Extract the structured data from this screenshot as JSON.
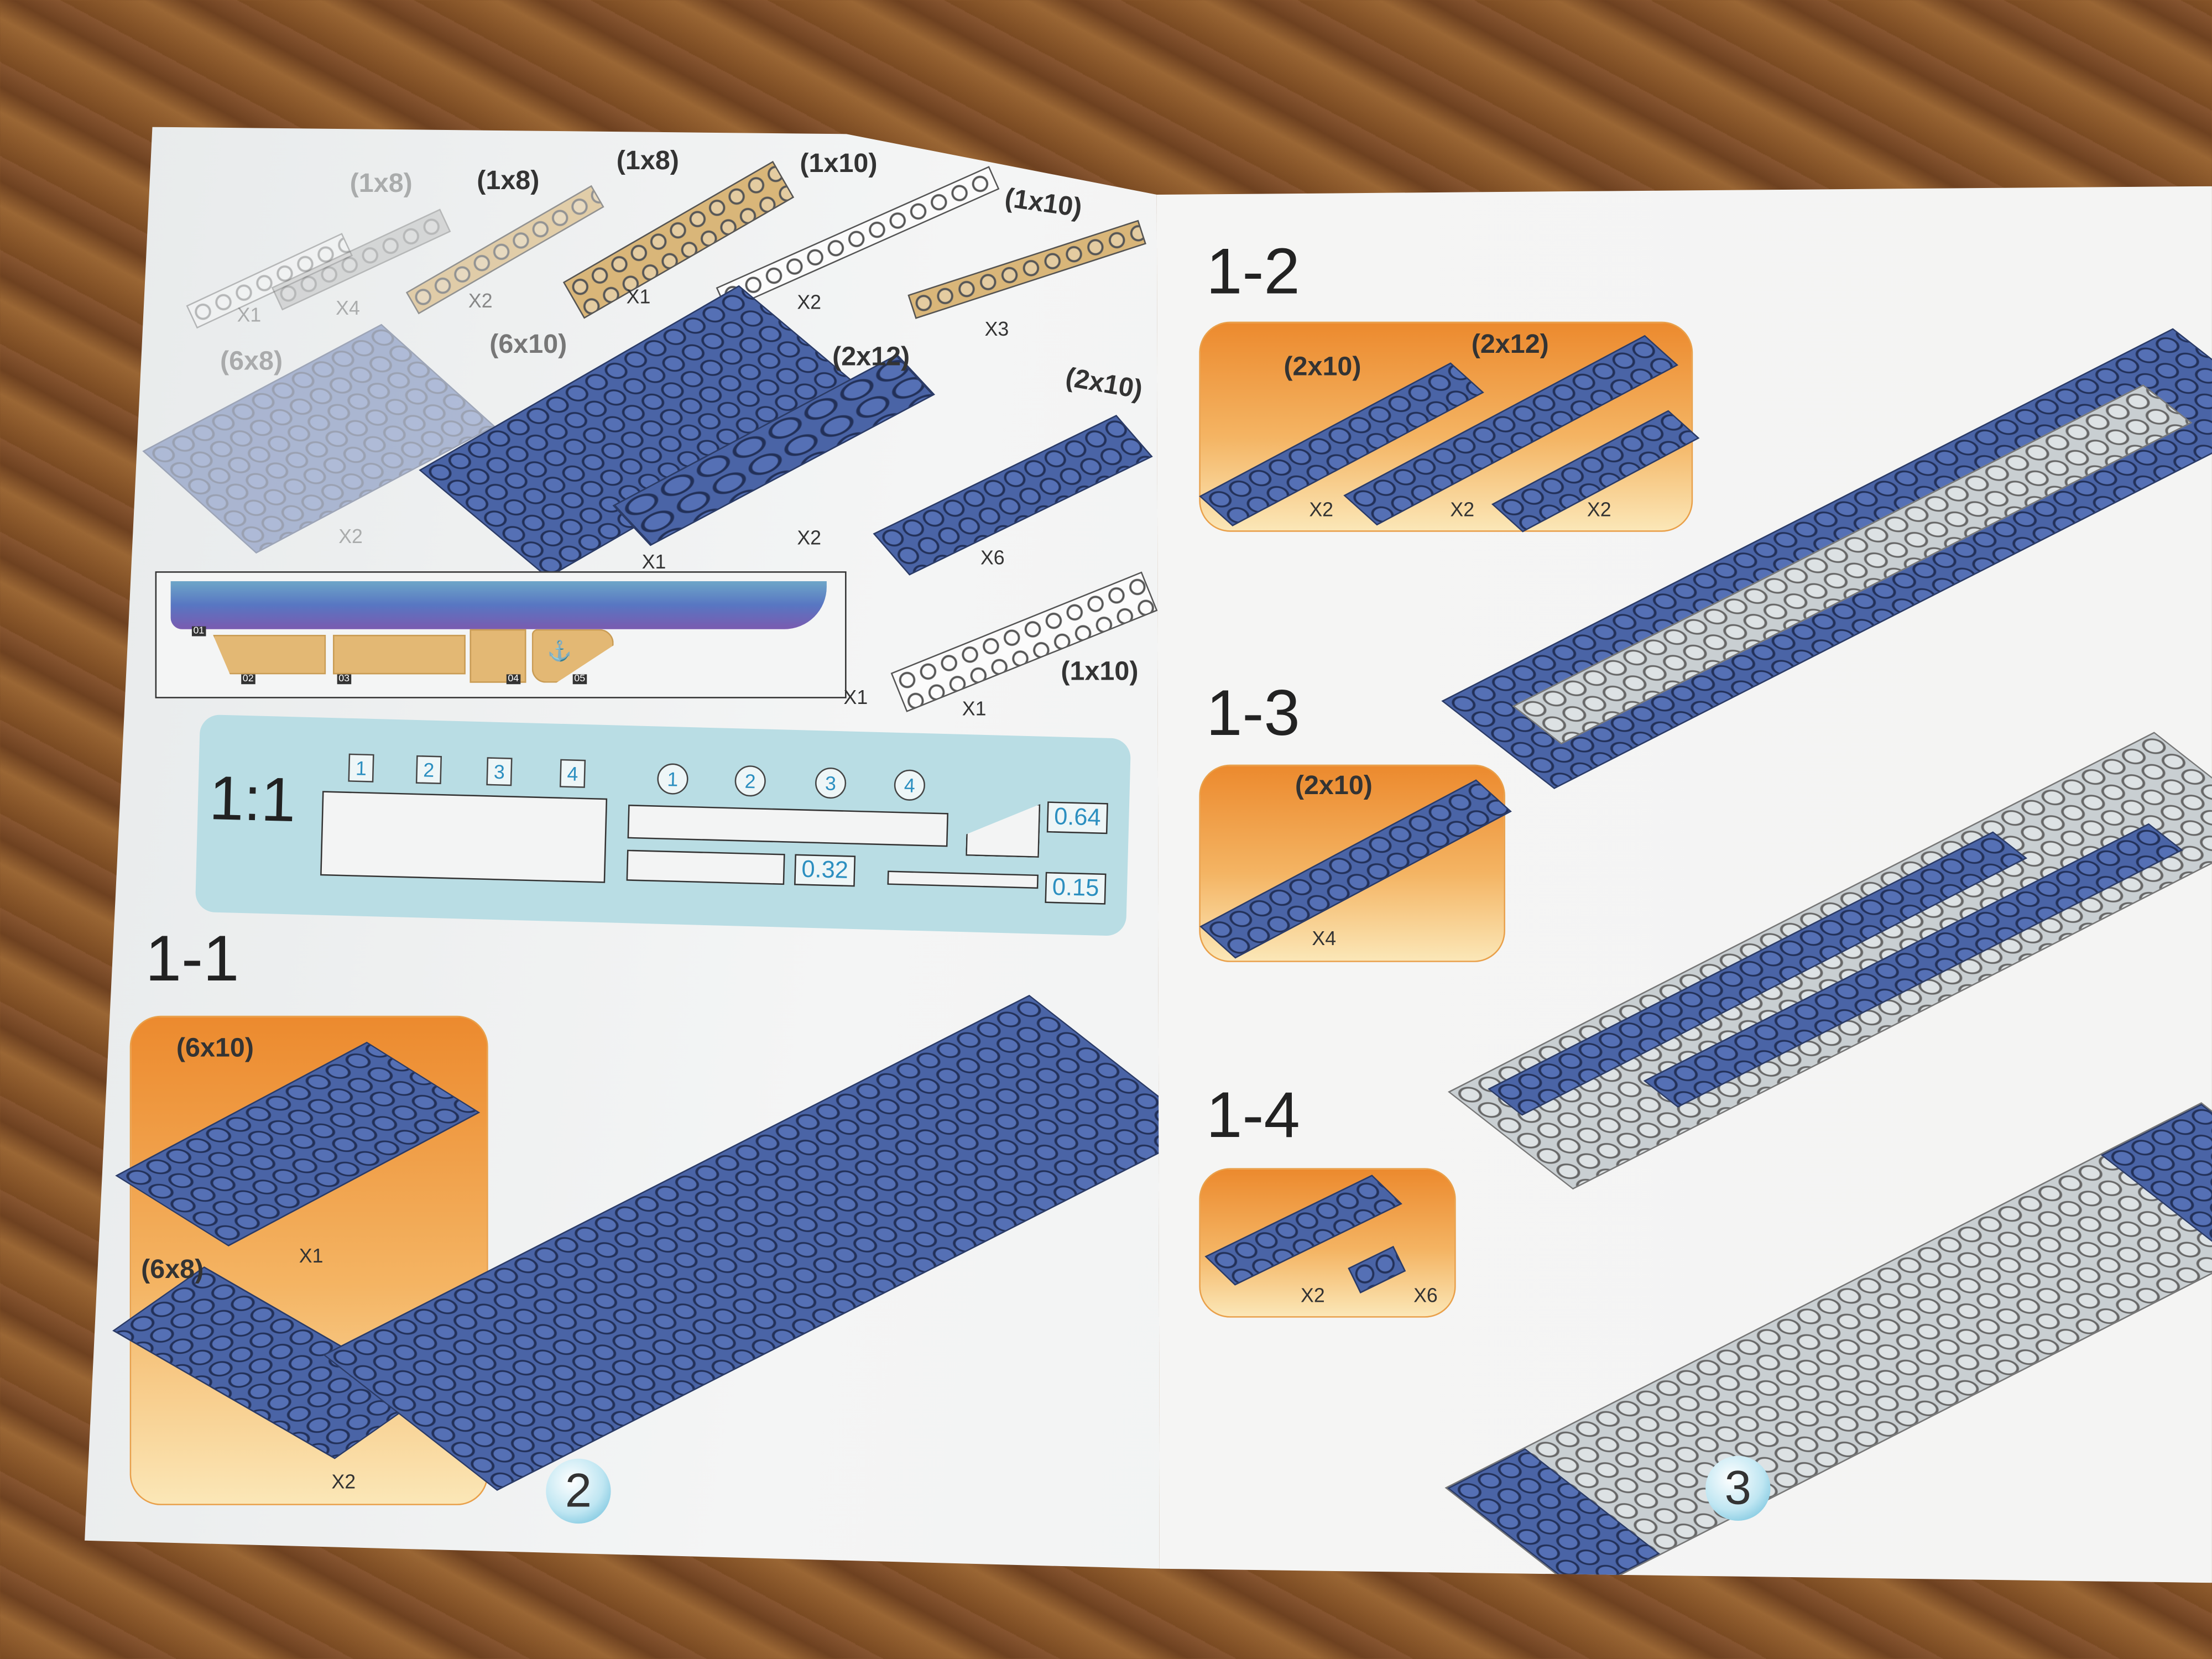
{
  "left_page": {
    "parts": [
      {
        "size": "",
        "qty": "X1"
      },
      {
        "size": "(1x8)",
        "qty": "X4"
      },
      {
        "size": "(1x8)",
        "qty": "X2"
      },
      {
        "size": "(1x8)",
        "qty": "X1"
      },
      {
        "size": "(1x10)",
        "qty": "X2"
      },
      {
        "size": "(1x10)",
        "qty": "X3"
      },
      {
        "size": "(6x8)",
        "qty": "X2"
      },
      {
        "size": "(6x10)",
        "qty": "X1"
      },
      {
        "size": "(2x12)",
        "qty": "X2"
      },
      {
        "size": "(2x10)",
        "qty": "X6"
      },
      {
        "size": "(1x10)",
        "qty": "X1"
      }
    ],
    "stickers": {
      "tags": [
        "01",
        "02",
        "03",
        "04",
        "05"
      ],
      "qty": "X1",
      "icon": "anchor-icon"
    },
    "ruler": {
      "scale": "1:1",
      "square_marks": [
        "1",
        "2",
        "3",
        "4"
      ],
      "circle_marks": [
        "1",
        "2",
        "3",
        "4"
      ],
      "values": [
        "0.64",
        "0.32",
        "0.15"
      ]
    },
    "step": {
      "title": "1-1",
      "parts": [
        {
          "size": "(6x10)",
          "qty": "X1"
        },
        {
          "size": "(6x8)",
          "qty": "X2"
        }
      ]
    },
    "page_number": "2"
  },
  "right_page": {
    "steps": [
      {
        "title": "1-2",
        "parts": [
          {
            "size": "(2x10)",
            "qty": "X2"
          },
          {
            "size": "(2x12)",
            "qty": "X2"
          },
          {
            "size": "",
            "qty": "X2"
          }
        ]
      },
      {
        "title": "1-3",
        "parts": [
          {
            "size": "(2x10)",
            "qty": "X4"
          }
        ]
      },
      {
        "title": "1-4",
        "parts": [
          {
            "size": "",
            "qty": "X2"
          },
          {
            "size": "",
            "qty": "X6"
          }
        ]
      }
    ],
    "page_number": "3"
  },
  "colors": {
    "blue_plate": "#4a64a6",
    "tan": "#d9b679",
    "orange": "#ec8a2e",
    "ruler_bg": "#b9dde4"
  }
}
